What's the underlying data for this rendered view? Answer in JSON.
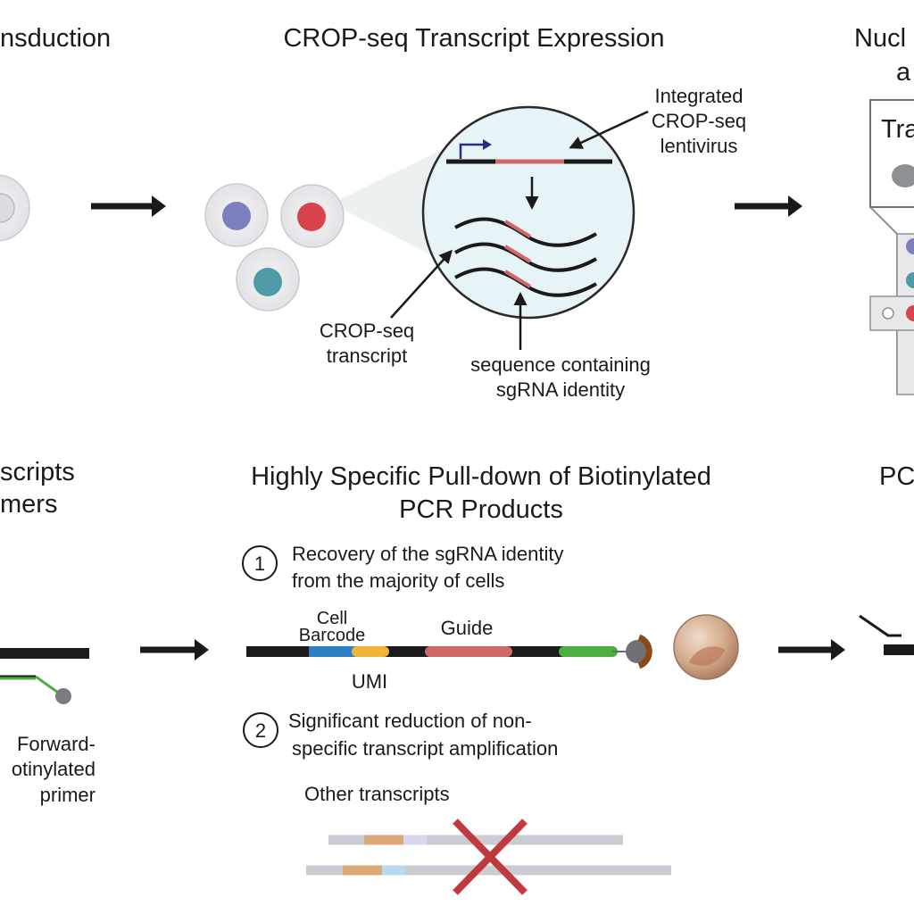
{
  "top": {
    "transduction_title": "nsduction",
    "expression_title": "CROP-seq Transcript Expression",
    "nucleus_title_line1": "Nucl",
    "nucleus_title_line2": "a",
    "nucleus_box_label": "Tra",
    "integrated_label": [
      "Integrated",
      "CROP-seq",
      "lentivirus"
    ],
    "transcript_label": [
      "CROP-seq",
      "transcript"
    ],
    "sequence_label": [
      "sequence containing",
      "sgRNA identity"
    ]
  },
  "bottom": {
    "left_title": [
      "scripts",
      "mers"
    ],
    "center_title": [
      "Highly Specific Pull-down of Biotinylated",
      "PCR Products"
    ],
    "right_title": "PC",
    "step1": {
      "number": "1",
      "text": [
        "Recovery of the sgRNA identity",
        "from the majority of cells"
      ]
    },
    "step2": {
      "number": "2",
      "text": [
        "Significant reduction of non-",
        "specific transcript amplification"
      ]
    },
    "construct": {
      "cell_barcode": [
        "Cell",
        "Barcode"
      ],
      "umi": "UMI",
      "guide": "Guide"
    },
    "primer_label": [
      "Forward-",
      "otinylated",
      "primer"
    ],
    "other_transcripts": "Other transcripts"
  },
  "colors": {
    "arrow": "#1a1a1a",
    "guide": "#d06868",
    "barcode": "#2e7fc3",
    "umi": "#f0b437",
    "green": "#4cae3f",
    "cell_purple": "#7b7fbd",
    "cell_red": "#d9434b",
    "cell_teal": "#4f9aa5",
    "zoom_bg": "#e6f3f7",
    "cross": "#c0393f",
    "grey_strand": "#c9ccd0",
    "tan_seg": "#dda878",
    "lilac_seg": "#dad7ec",
    "blue_seg": "#b6dbf1"
  }
}
